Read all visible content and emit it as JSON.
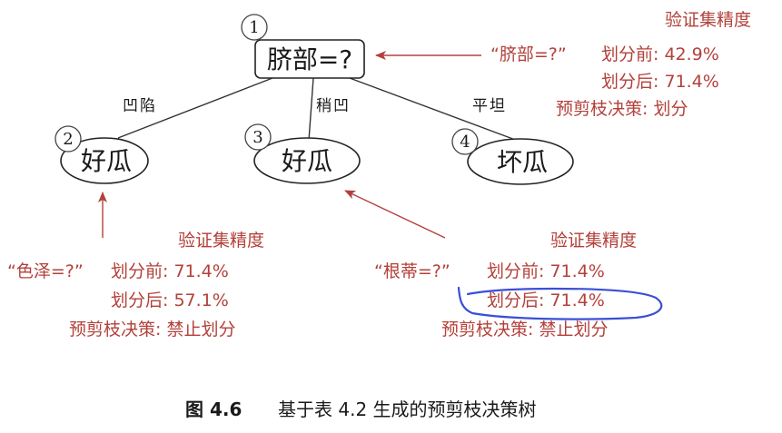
{
  "colors": {
    "annotation": "#b3403a",
    "arrow": "#b3403a",
    "ink": "#1a1a1a",
    "highlight": "#3a4fd6"
  },
  "tree": {
    "root": {
      "number": "1",
      "label": "脐部=?"
    },
    "edges": [
      "凹陷",
      "稍凹",
      "平坦"
    ],
    "leaves": [
      {
        "number": "2",
        "label": "好瓜"
      },
      {
        "number": "3",
        "label": "好瓜"
      },
      {
        "number": "4",
        "label": "坏瓜"
      }
    ]
  },
  "annotations": {
    "root": {
      "title": "验证集精度",
      "test": "“脐部=?”",
      "before": "划分前: 42.9%",
      "after": "划分后: 71.4%",
      "decision": "预剪枝决策: 划分"
    },
    "left": {
      "title": "验证集精度",
      "test": "“色泽=?”",
      "before": "划分前: 71.4%",
      "after": "划分后: 57.1%",
      "decision": "预剪枝决策: 禁止划分"
    },
    "right": {
      "title": "验证集精度",
      "test": "“根蒂=?”",
      "before": "划分前: 71.4%",
      "after": "划分后: 71.4%",
      "decision": "预剪枝决策: 禁止划分"
    }
  },
  "caption": {
    "figure": "图 4.6",
    "text": "基于表 4.2 生成的预剪枝决策树"
  }
}
